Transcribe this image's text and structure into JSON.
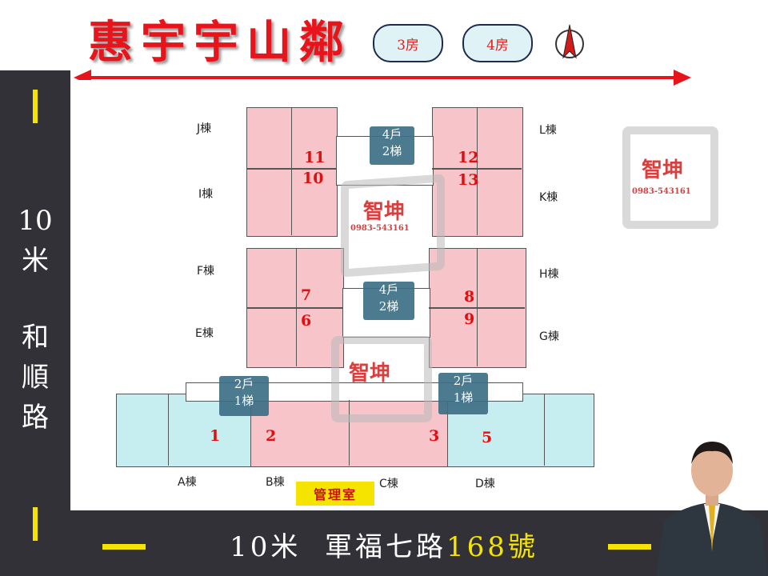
{
  "title": "惠宇宇山鄰",
  "room_types": [
    "3房",
    "4房"
  ],
  "left_street": {
    "width": "10",
    "unit": "米",
    "name_chars": [
      "和",
      "順",
      "路"
    ]
  },
  "bottom_street": {
    "prefix": "10米",
    "name": "軍福七路",
    "number": "168號"
  },
  "buildings": {
    "J": "J棟",
    "I": "I棟",
    "L": "L棟",
    "K": "K棟",
    "F": "F棟",
    "E": "E棟",
    "H": "H棟",
    "G": "G棟",
    "A": "A棟",
    "B": "B棟",
    "C": "C棟",
    "D": "D棟"
  },
  "units": [
    "1",
    "2",
    "3",
    "5",
    "6",
    "7",
    "8",
    "9",
    "10",
    "11",
    "12",
    "13"
  ],
  "elevators": {
    "top": [
      "4戶",
      "2梯"
    ],
    "middle": [
      "4戶",
      "2梯"
    ],
    "bottom_left": [
      "2戶",
      "1梯"
    ],
    "bottom_right": [
      "2戶",
      "1梯"
    ]
  },
  "management_office": "管理室",
  "watermark": {
    "name": "智坤",
    "phone": "0983-543161"
  },
  "colors": {
    "accent": "#e8141b",
    "dark_panel": "#333138",
    "pink_unit": "#f6c4c9",
    "cyan_unit": "#c6eef0",
    "yellow": "#f5e400"
  }
}
